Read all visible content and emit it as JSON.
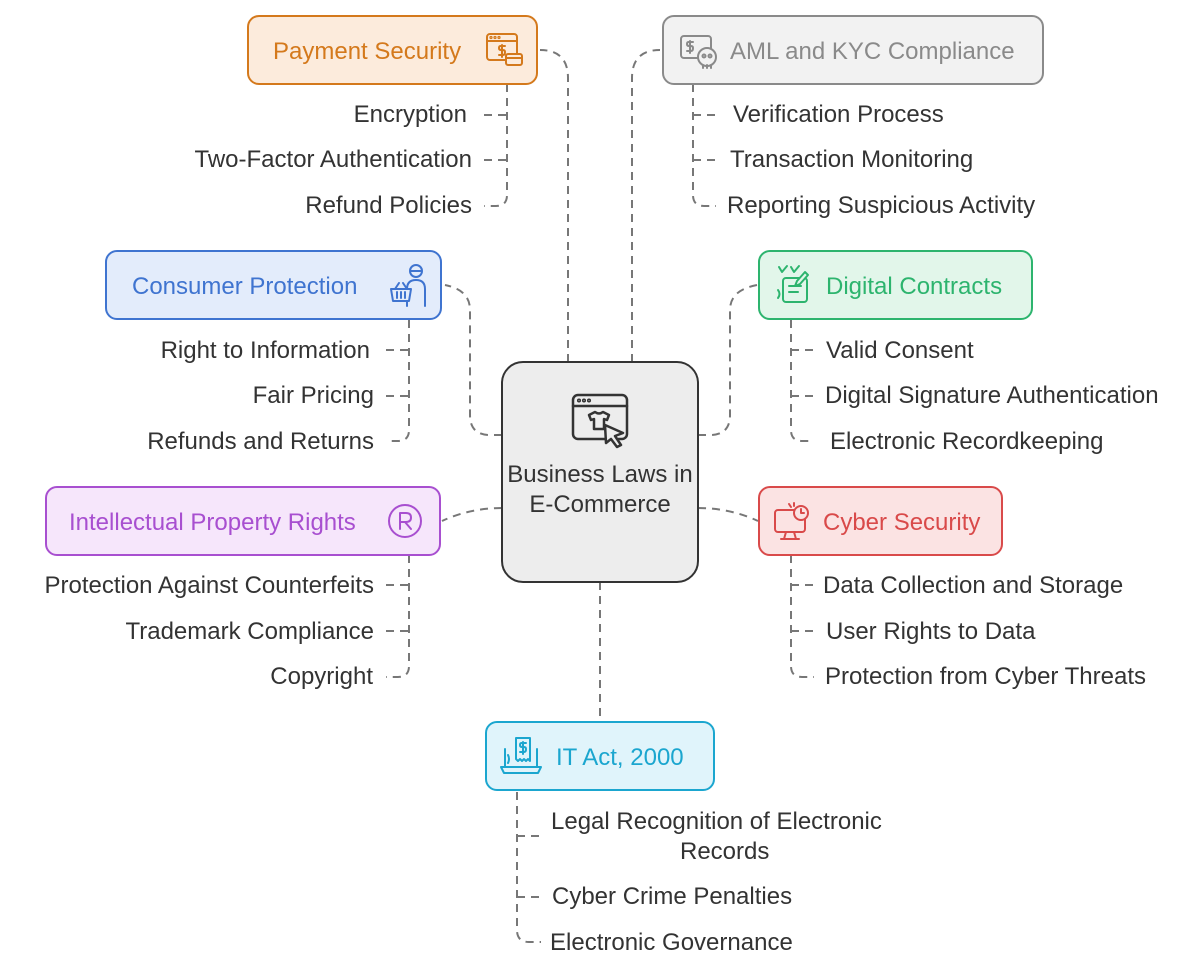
{
  "center": {
    "title": "Business Laws in E-Commerce"
  },
  "branches": {
    "payment_security": {
      "title": "Payment Security",
      "color": "#D4791C",
      "items": [
        "Encryption",
        "Two-Factor Authentication",
        "Refund Policies"
      ]
    },
    "aml_kyc": {
      "title": "AML and KYC Compliance",
      "color": "#8A8A8A",
      "items": [
        "Verification Process",
        "Transaction Monitoring",
        "Reporting Suspicious Activity"
      ]
    },
    "consumer_protection": {
      "title": "Consumer Protection",
      "color": "#3F74D0",
      "items": [
        "Right to Information",
        "Fair Pricing",
        "Refunds and Returns"
      ]
    },
    "digital_contracts": {
      "title": "Digital Contracts",
      "color": "#2DB46E",
      "items": [
        "Valid Consent",
        "Digital Signature Authentication",
        "Electronic Recordkeeping"
      ]
    },
    "intellectual_property": {
      "title": "Intellectual Property Rights",
      "color": "#A84FD0",
      "items": [
        "Protection Against Counterfeits",
        "Trademark Compliance",
        "Copyright"
      ]
    },
    "cyber_security": {
      "title": "Cyber Security",
      "color": "#D94A4A",
      "items": [
        "Data Collection and Storage",
        "User Rights to Data",
        "Protection from Cyber Threats"
      ]
    },
    "it_act": {
      "title": "IT Act, 2000",
      "color": "#1BA6CF",
      "items": [
        "Legal Recognition of Electronic",
        "Records",
        "Cyber Crime Penalties",
        "Electronic Governance"
      ]
    }
  }
}
